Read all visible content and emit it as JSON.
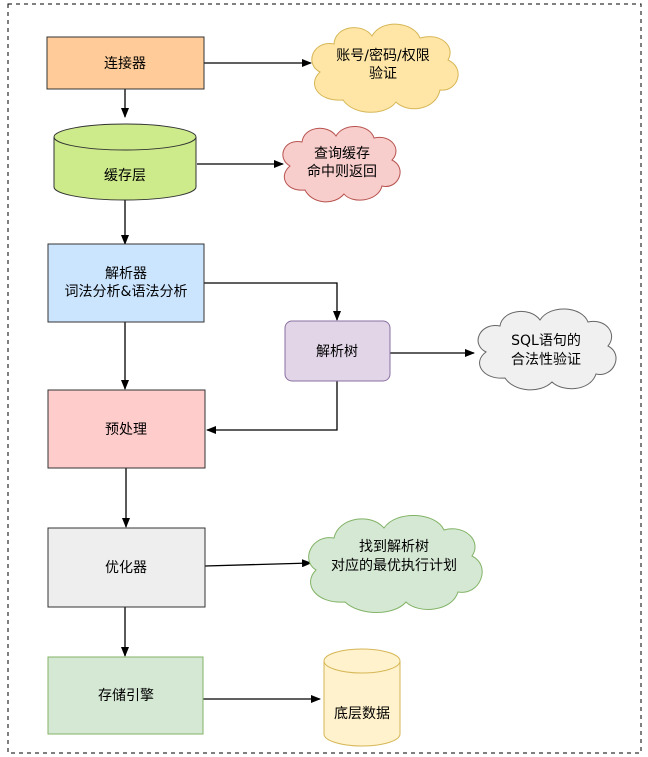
{
  "nodes": {
    "connector": "连接器",
    "cache": "缓存层",
    "parser_line1": "解析器",
    "parser_line2": "词法分析&语法分析",
    "parse_tree": "解析树",
    "preprocess": "预处理",
    "optimizer": "优化器",
    "storage_engine": "存储引擎",
    "data_store": "底层数据"
  },
  "clouds": {
    "auth_line1": "账号/密码/权限",
    "auth_line2": "验证",
    "cache_line1": "查询缓存",
    "cache_line2": "命中则返回",
    "sql_line1": "SQL语句的",
    "sql_line2": "合法性验证",
    "plan_line1": "找到解析树",
    "plan_line2": "对应的最优执行计划"
  },
  "colors": {
    "connector": "#FFCC99",
    "cache": "#CDEB8B",
    "parser": "#CCE5FF",
    "parse_tree": "#E1D5E7",
    "preprocess": "#FFCCCC",
    "optimizer": "#EEEEEE",
    "storage_engine": "#D5E8D4",
    "data_store": "#FFF2CC",
    "cloud_auth": "#FFE6A6",
    "cloud_cache": "#F8CECC",
    "cloud_sql": "#F0F0F0",
    "cloud_plan": "#D5E8D4"
  }
}
